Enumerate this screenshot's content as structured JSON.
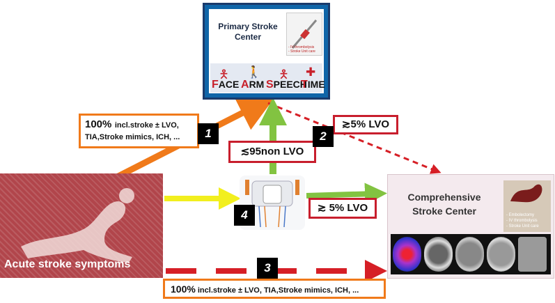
{
  "primary_center": {
    "title": "Primary Stroke Center",
    "photo_notes": [
      "- IV thrombolysis",
      "- Stroke Unit care"
    ],
    "fast": [
      {
        "cap": "F",
        "rest": "ACE"
      },
      {
        "cap": "A",
        "rest": "RM"
      },
      {
        "cap": "S",
        "rest": "PEECH"
      },
      {
        "cap": "T",
        "rest": "IME"
      }
    ]
  },
  "comprehensive_center": {
    "title": "Comprehensive Stroke Center",
    "photo_notes": [
      "- Embolectomy",
      "- IV thrombolysis",
      "- Stroke Unit care"
    ]
  },
  "acute": {
    "label": "Acute stroke symptoms"
  },
  "labels": {
    "box1_pct": "100%",
    "box1_line1_rest": "incl.stroke ± LVO,",
    "box1_line2": "TIA,Stroke mimics, ICH, ...",
    "bottom_pct": "100%",
    "bottom_rest": "incl.stroke ± LVO, TIA,Stroke mimics, ICH, ...",
    "lvo_5_top": "≳5% LVO",
    "non_lvo_95": "≲95non LVO",
    "lvo_5_mid": "≳ 5% LVO"
  },
  "numbers": {
    "n1": "1",
    "n2": "2",
    "n3": "3",
    "n4": "4"
  },
  "colors": {
    "orange": "#f07a1a",
    "red": "#d61f26",
    "yellow": "#f2ef1e",
    "green": "#82c341",
    "navy": "#1a3a6b"
  }
}
